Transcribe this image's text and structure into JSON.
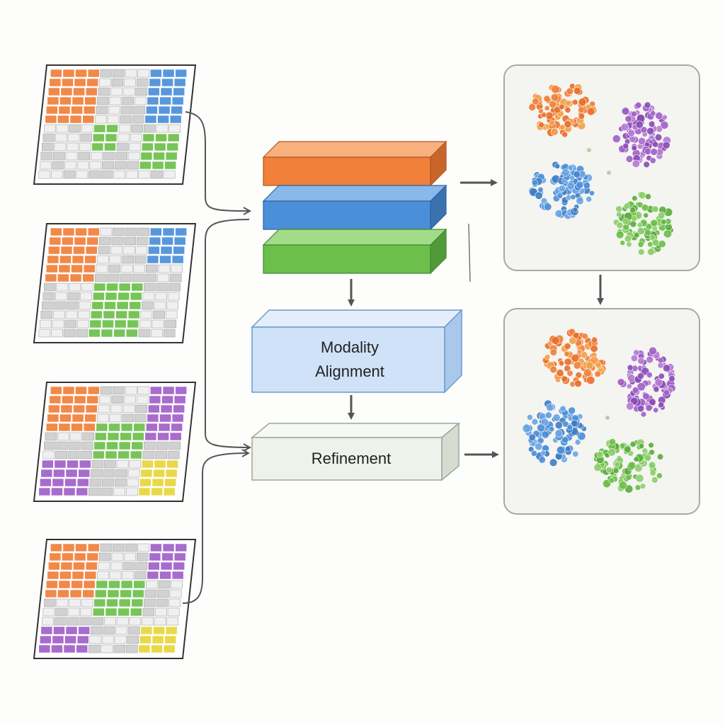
{
  "colors": {
    "orange": "#f0803a",
    "blue": "#4a8fd8",
    "green": "#6cbf4a",
    "purple": "#a060c8",
    "yellow": "#e8d63a",
    "gray_cell": "#c9c9c9",
    "arrow": "#555555",
    "panel_border": "#a8a8a8",
    "panel_fill": "#f4f4f1",
    "alignment_fill": "#cfe2f7",
    "alignment_border": "#6a9ad0",
    "refinement_fill": "#eef2ea",
    "refinement_border": "#9aa896"
  },
  "tables": [
    {
      "id": "table-1",
      "blocks": [
        {
          "color": "orange",
          "cols": [
            0,
            3
          ],
          "rows": [
            0,
            5
          ]
        },
        {
          "color": "blue",
          "cols": [
            8,
            10
          ],
          "rows": [
            0,
            5
          ]
        },
        {
          "color": "green",
          "cols": [
            4,
            5
          ],
          "rows": [
            6,
            8
          ]
        },
        {
          "color": "green",
          "cols": [
            8,
            10
          ],
          "rows": [
            7,
            10
          ]
        }
      ]
    },
    {
      "id": "table-2",
      "blocks": [
        {
          "color": "orange",
          "cols": [
            0,
            3
          ],
          "rows": [
            0,
            5
          ]
        },
        {
          "color": "blue",
          "cols": [
            8,
            10
          ],
          "rows": [
            0,
            3
          ]
        },
        {
          "color": "green",
          "cols": [
            4,
            7
          ],
          "rows": [
            6,
            11
          ]
        }
      ]
    },
    {
      "id": "table-3",
      "blocks": [
        {
          "color": "orange",
          "cols": [
            0,
            3
          ],
          "rows": [
            0,
            4
          ]
        },
        {
          "color": "purple",
          "cols": [
            8,
            10
          ],
          "rows": [
            0,
            5
          ]
        },
        {
          "color": "green",
          "cols": [
            4,
            7
          ],
          "rows": [
            4,
            7
          ]
        },
        {
          "color": "purple",
          "cols": [
            0,
            3
          ],
          "rows": [
            8,
            11
          ]
        },
        {
          "color": "yellow",
          "cols": [
            8,
            10
          ],
          "rows": [
            8,
            11
          ]
        }
      ]
    },
    {
      "id": "table-4",
      "blocks": [
        {
          "color": "orange",
          "cols": [
            0,
            3
          ],
          "rows": [
            0,
            5
          ]
        },
        {
          "color": "purple",
          "cols": [
            8,
            10
          ],
          "rows": [
            0,
            3
          ]
        },
        {
          "color": "green",
          "cols": [
            4,
            7
          ],
          "rows": [
            4,
            7
          ]
        },
        {
          "color": "purple",
          "cols": [
            0,
            3
          ],
          "rows": [
            9,
            11
          ]
        },
        {
          "color": "yellow",
          "cols": [
            8,
            10
          ],
          "rows": [
            9,
            11
          ]
        }
      ]
    }
  ],
  "embedding_layers": [
    "orange",
    "blue",
    "green"
  ],
  "modality_alignment": {
    "line1": "Modality",
    "line2": "Alignment"
  },
  "refinement": {
    "label": "Refinement"
  },
  "cluster_panels": [
    {
      "id": "clusters-before",
      "clusters": [
        "orange",
        "purple",
        "blue",
        "green"
      ]
    },
    {
      "id": "clusters-after",
      "clusters": [
        "orange",
        "purple",
        "blue",
        "green"
      ]
    }
  ]
}
